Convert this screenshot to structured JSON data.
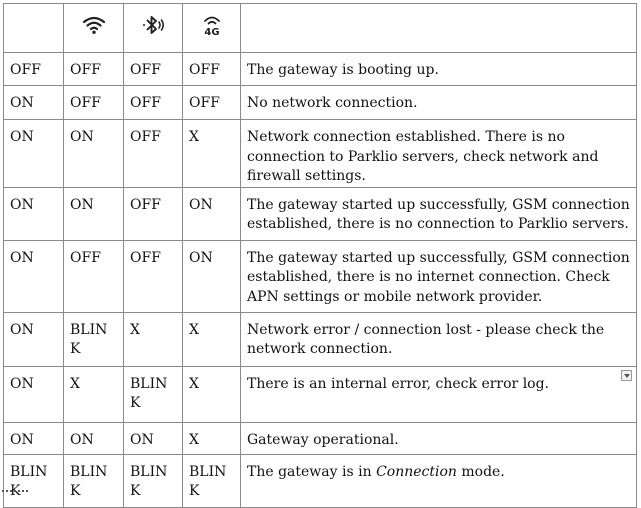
{
  "header": {
    "col0": "",
    "icons": [
      "wifi-icon",
      "bluetooth-icon",
      "4g-icon"
    ],
    "icon_4g_label": "4G",
    "col4": ""
  },
  "rows": [
    {
      "c0": "OFF",
      "c1": "OFF",
      "c2": "OFF",
      "c3": "OFF",
      "desc_pre": "The gateway is booting up.",
      "desc_em": "",
      "desc_post": ""
    },
    {
      "c0": "ON",
      "c1": "OFF",
      "c2": "OFF",
      "c3": "OFF",
      "desc_pre": "No network connection.",
      "desc_em": "",
      "desc_post": ""
    },
    {
      "c0": "ON",
      "c1": "ON",
      "c2": "OFF",
      "c3": "X",
      "desc_pre": "Network connection established. There is no connection to Parklio servers, check network and firewall settings.",
      "desc_em": "",
      "desc_post": ""
    },
    {
      "c0": "ON",
      "c1": "ON",
      "c2": "OFF",
      "c3": "ON",
      "desc_pre": "The gateway started up successfully, GSM connection established, there is no connection to Parklio servers.",
      "desc_em": "",
      "desc_post": ""
    },
    {
      "c0": "ON",
      "c1": "OFF",
      "c2": "OFF",
      "c3": "ON",
      "desc_pre": "The gateway started up successfully, GSM connection established, there is no internet connection. Check APN settings or mobile network provider.",
      "desc_em": "",
      "desc_post": ""
    },
    {
      "c0": "ON",
      "c1": "BLINK",
      "c2": "X",
      "c3": "X",
      "desc_pre": "Network error / connection lost - please check the network connection.",
      "desc_em": "",
      "desc_post": ""
    },
    {
      "c0": "ON",
      "c1": "X",
      "c2": "BLINK",
      "c3": "X",
      "desc_pre": "There is an internal error, check error log.",
      "desc_em": "",
      "desc_post": ""
    },
    {
      "c0": "ON",
      "c1": "ON",
      "c2": "ON",
      "c3": "X",
      "desc_pre": "Gateway operational.",
      "desc_em": "",
      "desc_post": ""
    },
    {
      "c0": "BLINK",
      "c1": "BLINK",
      "c2": "BLINK",
      "c3": "BLINK",
      "desc_pre": "The gateway is in ",
      "desc_em": "Connection",
      "desc_post": " mode."
    }
  ]
}
